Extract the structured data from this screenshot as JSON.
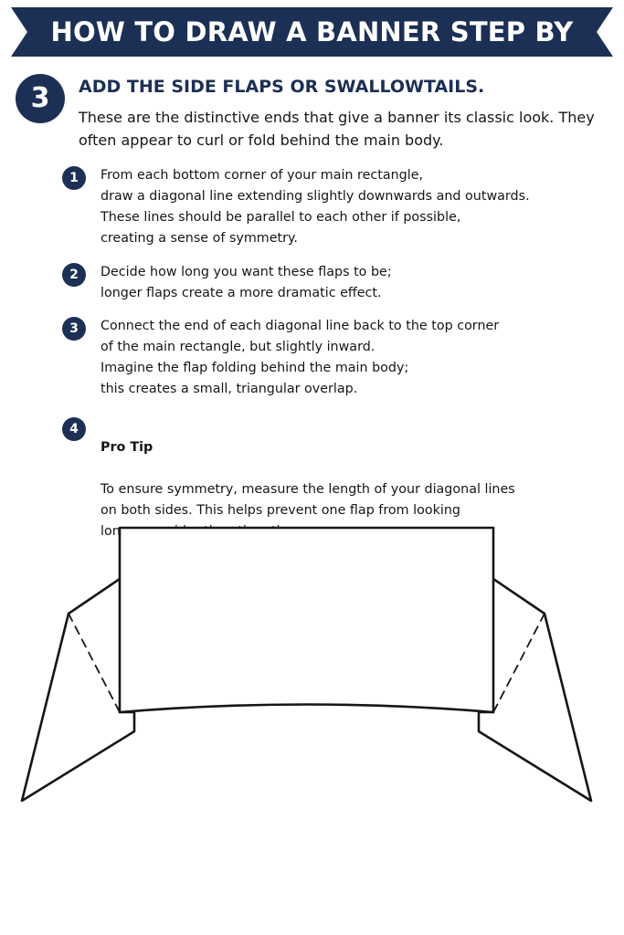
{
  "header": {
    "title": "HOW TO DRAW A BANNER STEP BY STEP",
    "ribbon_color": "#1c2f55"
  },
  "step": {
    "number": "3",
    "heading": "ADD THE SIDE FLAPS OR SWALLOWTAILS.",
    "description": "These are the distinctive ends that give a banner its classic look. They often appear to curl or fold behind the main body."
  },
  "sub_steps": [
    {
      "number": "1",
      "text": "From each bottom corner of your main rectangle,\ndraw a diagonal line extending slightly downwards and outwards.\nThese lines should be parallel to each other if possible,\ncreating a sense of symmetry."
    },
    {
      "number": "2",
      "text": "Decide how long you want these flaps to be;\nlonger flaps create a more dramatic effect."
    },
    {
      "number": "3",
      "text": "Connect the end of each diagonal line back to the top corner\nof the main rectangle, but slightly inward.\nImagine the flap folding behind the main body;\nthis creates a small, triangular overlap."
    },
    {
      "number": "4",
      "title": "Pro Tip",
      "text": "To ensure symmetry, measure the length of your diagonal lines\non both sides. This helps prevent one flap from looking\nlonger or wider than the other."
    }
  ],
  "colors": {
    "accent": "#1c2f55",
    "text": "#161616",
    "background": "#ffffff"
  }
}
